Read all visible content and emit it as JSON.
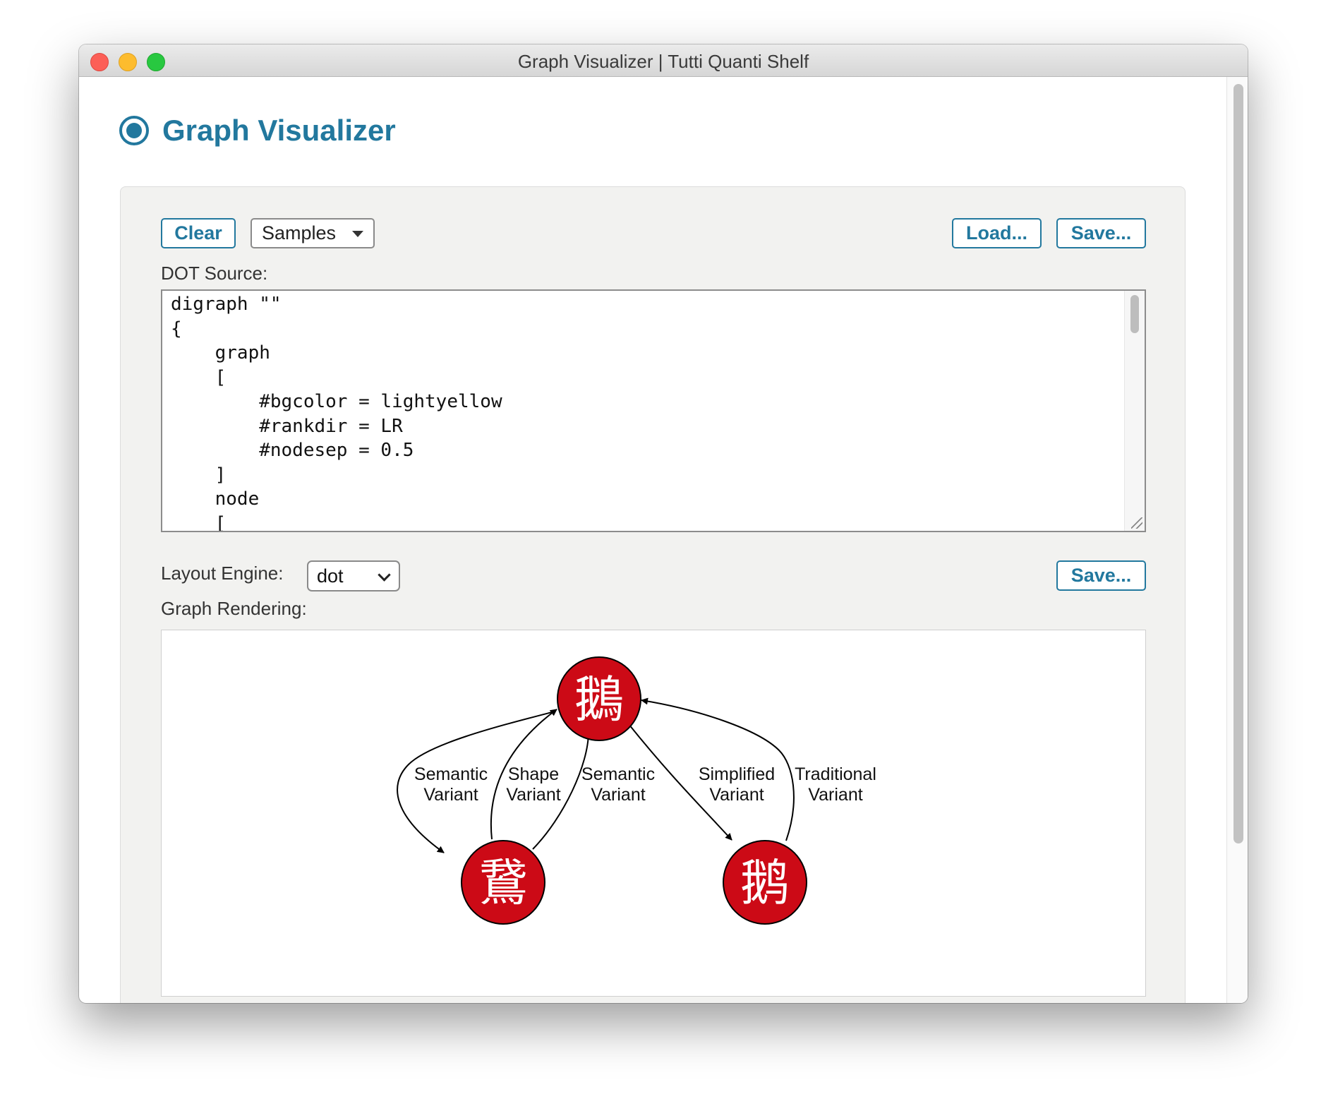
{
  "window": {
    "title": "Graph Visualizer | Tutti Quanti Shelf"
  },
  "header": {
    "icon": "radio-target-icon",
    "title": "Graph Visualizer"
  },
  "toolbar": {
    "clear_label": "Clear",
    "samples_label": "Samples",
    "load_label": "Load...",
    "save_label": "Save..."
  },
  "source": {
    "label": "DOT Source:",
    "code": "digraph \"\"\n{\n    graph\n    [\n        #bgcolor = lightyellow\n        #rankdir = LR\n        #nodesep = 0.5\n    ]\n    node\n    ["
  },
  "engine": {
    "label": "Layout Engine:",
    "selected": "dot",
    "save_label": "Save..."
  },
  "rendering": {
    "label": "Graph Rendering:",
    "colors": {
      "node_fill": "#cc0a16",
      "node_stroke": "#000000",
      "node_text": "#ffffff",
      "edge": "#000000"
    },
    "nodes": [
      {
        "id": "a",
        "char": "鵝"
      },
      {
        "id": "b",
        "char": "鵞"
      },
      {
        "id": "c",
        "char": "鹅"
      }
    ],
    "edges": [
      {
        "from": "a",
        "to": "b",
        "label": [
          "Semantic",
          "Variant"
        ]
      },
      {
        "from": "b",
        "to": "a",
        "label": [
          "Shape",
          "Variant"
        ]
      },
      {
        "from": "b",
        "to": "a",
        "label": [
          "Semantic",
          "Variant"
        ]
      },
      {
        "from": "a",
        "to": "c",
        "label": [
          "Simplified",
          "Variant"
        ]
      },
      {
        "from": "c",
        "to": "a",
        "label": [
          "Traditional",
          "Variant"
        ]
      }
    ]
  }
}
